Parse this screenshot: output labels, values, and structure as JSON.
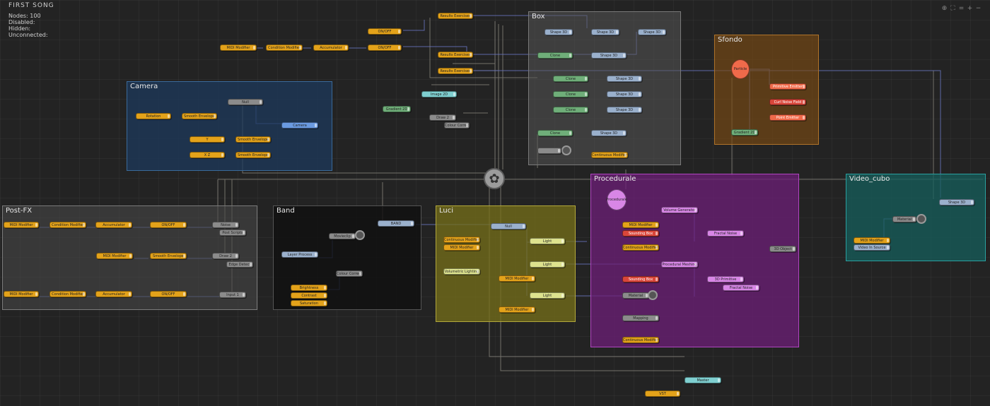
{
  "hud": {
    "title": "FIRST SONG",
    "nodes": "Nodes: 100",
    "disabled": "Disabled:",
    "hidden": "Hidden:",
    "unconnected": "Unconnected:"
  },
  "toolbar": {
    "items": [
      "⊕",
      "⛶",
      "=",
      "+",
      "−"
    ]
  },
  "colors": {
    "background": "#232323",
    "yellow_node": "#e3a21a",
    "camera_group": "#1e3a5c",
    "box_group": "#555555",
    "sfondo_group": "#7a4a12",
    "procedurale_group": "#6e1f78",
    "video_group": "#155f5c",
    "luci_group": "#77701a"
  },
  "groups": {
    "camera": "Camera",
    "box": "Box",
    "sfondo": "Sfondo",
    "procedurale": "Procedurale",
    "video": "Video_cubo",
    "postfx": "Post-FX",
    "band": "Band",
    "luci": "Luci"
  },
  "nodes": {
    "top_results1": "Results Exercises",
    "top_onoff1": "ON/OFF",
    "top_midi": "MIDI Modifier",
    "top_condition": "Condition Modifier",
    "top_accumulator": "Accumulator",
    "top_onoff2": "ON/OFF",
    "top_results2": "Results Exercises",
    "top_results3": "Results Exercises",
    "box_shape1": "Shape 3D",
    "box_shape2": "Shape 3D",
    "box_shape3": "Shape 3D",
    "box_shape4": "Shape 3D",
    "box_shape5": "Shape 3D",
    "box_shape6": "Shape 3D",
    "box_shape7": "Shape 3D",
    "box_shape8": "Shape 3D",
    "box_clone1": "Clone",
    "box_clone2": "Clone",
    "box_clone3": "Clone",
    "box_clone4": "Clone",
    "box_clone5": "Clone",
    "box_continuous": "Continuous Modifier",
    "cam_null": "Null",
    "cam_rotation": "Rotation",
    "cam_smooth1": "Smooth Envelope",
    "cam_camera": "Camera",
    "cam_y": "Y",
    "cam_xz": "X Z",
    "cam_smooth2": "Smooth Envelope",
    "cam_smooth3": "Smooth Envelope",
    "mid_image": "Image 2D",
    "mid_gradient": "Gradient 2D",
    "mid_draw": "Draw 2",
    "mid_colour": "Colour Correct",
    "sf_particle": "Particle",
    "sf_primitive": "Primitive Emitter",
    "sf_curl": "Curl Noise Field",
    "sf_point": "Point Emitter",
    "sf_gradient": "Gradient 2D",
    "pfx_midi1": "MIDI Modifier",
    "pfx_cond1": "Condition Modifier",
    "pfx_acc1": "Accumulator",
    "pfx_onoff1": "ON/OFF",
    "pfx_noise": "Noise",
    "pfx_post": "Post Scripts",
    "pfx_midi2": "MIDI Modifier",
    "pfx_smooth": "Smooth Envelope",
    "pfx_draw": "Draw 2",
    "pfx_edge": "Edge Detect",
    "pfx_midi3": "MIDI Modifier",
    "pfx_cond3": "Condition Modifier",
    "pfx_acc3": "Accumulator",
    "pfx_onoff3": "ON/OFF",
    "pfx_input": "Input 1",
    "band_band": "BAND",
    "band_movie": "Movieclip",
    "band_layer": "Layer Process",
    "band_colour": "Colour Correct",
    "band_brightness": "Brightness",
    "band_contrast": "Contrast",
    "band_saturation": "Saturation",
    "luci_null": "Null",
    "luci_cont": "Continuous Modifier",
    "luci_midi1": "MIDI Modifier",
    "luci_light1": "Light",
    "luci_volumetric": "Volumetric Lighting",
    "luci_light2": "Light",
    "luci_midi2": "MIDI Modifier",
    "luci_light3": "Light",
    "luci_midi3": "MIDI Modifier",
    "proc_circle": "Procedurale",
    "proc_volume": "Volume Generator",
    "proc_midi": "MIDI Modifier",
    "proc_sound1": "Sounding Box",
    "proc_fractal1": "Fractal Noise",
    "proc_cont1": "Continuous Modifier",
    "proc_3dobj": "3D Object",
    "proc_vdisp": "Procedural Meshing",
    "proc_sound2": "Sounding Box",
    "proc_3dprim": "3D Primitive",
    "proc_fractal2": "Fractal Noise",
    "proc_material": "Material",
    "proc_mapping": "Mapping",
    "proc_cont2": "Continuous Modifier",
    "vid_shape": "Shape 3D",
    "vid_material": "Material",
    "vid_midi": "MIDI Modifier",
    "vid_video": "Video In Source",
    "bot_master": "Master",
    "bot_vst": "VST"
  }
}
